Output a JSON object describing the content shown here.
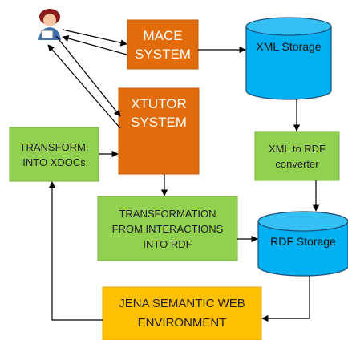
{
  "nodes": {
    "mace": {
      "text": "MACE\nSYSTEM",
      "color": "#e36c0a"
    },
    "xml_storage": {
      "text": "XML Storage",
      "color": "#00b0f0"
    },
    "xtutor": {
      "text": "XTUTOR\nSYSTEM",
      "color": "#e36c0a"
    },
    "transform_xdocs": {
      "text": "TRANSFORM.\nINTO XDOCs",
      "color": "#92d050"
    },
    "xml_to_rdf": {
      "text": "XML to RDF\nconverter",
      "color": "#92d050"
    },
    "transformation_interactions": {
      "text": "TRANSFORMATION\nFROM INTERACTIONS\nINTO RDF",
      "color": "#92d050"
    },
    "rdf_storage": {
      "text": "RDF Storage",
      "color": "#00b0f0"
    },
    "jena": {
      "text": "JENA SEMANTIC WEB\nENVIRONMENT",
      "color": "#ffc000"
    }
  },
  "icons": {
    "user": "user-icon"
  }
}
